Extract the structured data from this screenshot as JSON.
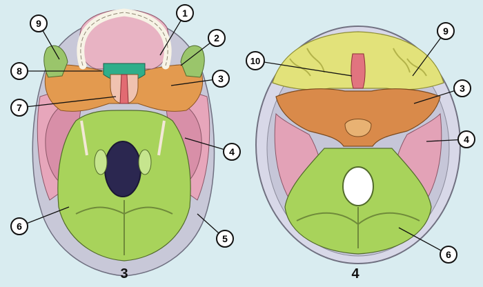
{
  "figures": [
    {
      "id": "3",
      "caption": "3",
      "view": "inferior view of skull base",
      "labels": [
        "1",
        "2",
        "3",
        "4",
        "5",
        "6",
        "7",
        "8",
        "9"
      ]
    },
    {
      "id": "4",
      "caption": "4",
      "view": "internal (superior) view of skull base",
      "labels": [
        "10",
        "9",
        "3",
        "4",
        "6"
      ]
    }
  ],
  "colors": {
    "background": "#d9ecf0",
    "frontal": "#e2e27a",
    "sphenoid": "#e39a4f",
    "temporal": "#e7a6bb",
    "occipital": "#a8d35b",
    "parietal": "#c8c8d8",
    "maxilla": "#e8b3c3",
    "vomer": "#2fae8a",
    "zygomatic": "#9ac56b",
    "ethmoid": "#e1747f",
    "palatine": "#e26b72"
  },
  "callouts": {
    "l1": "1",
    "l2": "2",
    "l3": "3",
    "l4": "4",
    "l5": "5",
    "l6": "6",
    "l7": "7",
    "l8": "8",
    "l9": "9",
    "r10": "10",
    "r9": "9",
    "r3": "3",
    "r4": "4",
    "r6": "6"
  }
}
